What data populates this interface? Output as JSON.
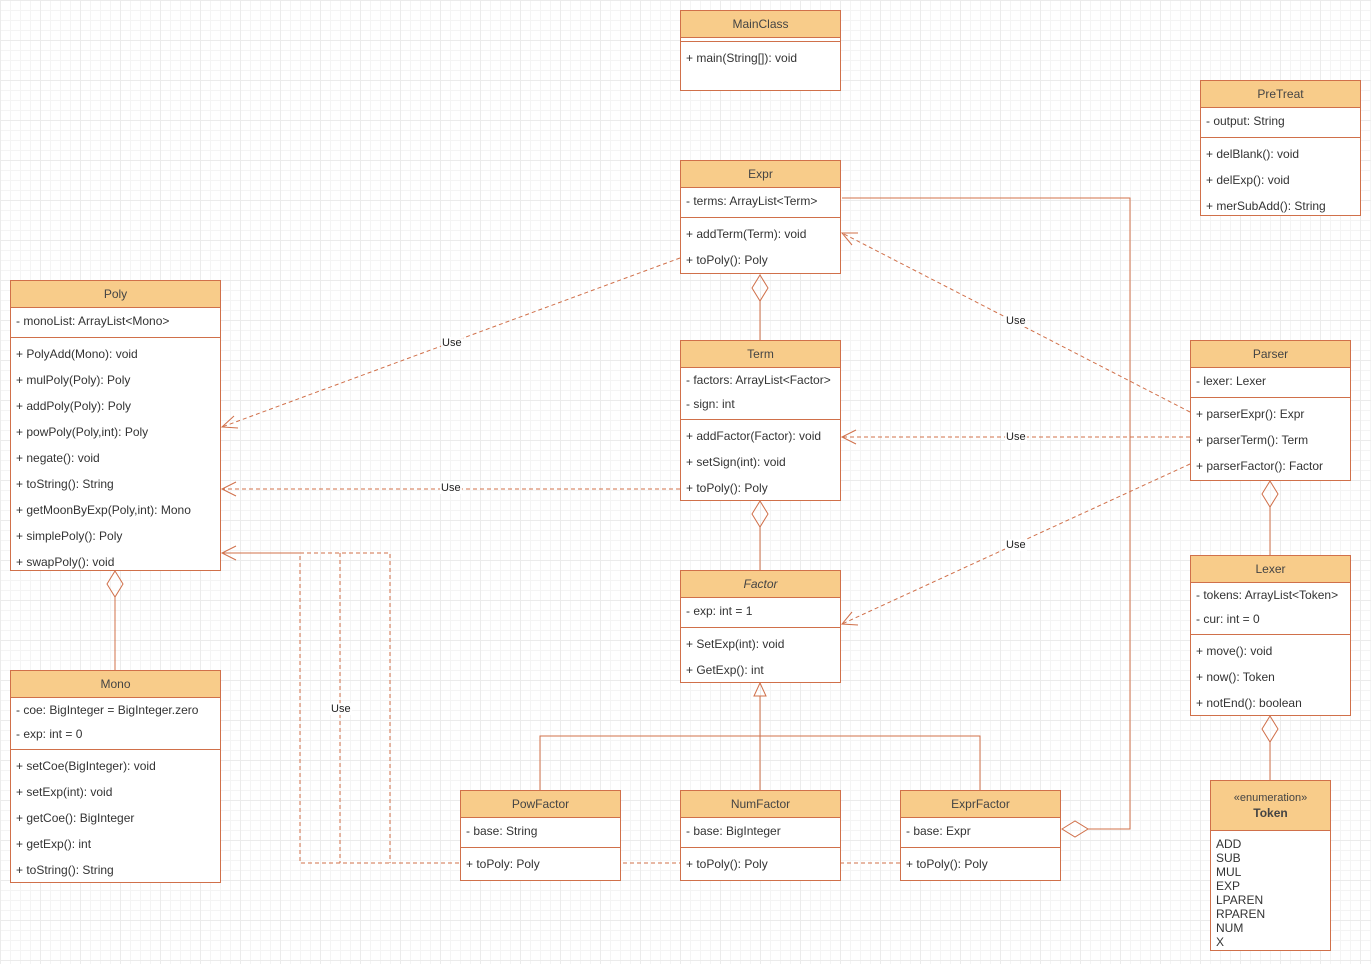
{
  "classes": {
    "mainclass": {
      "name": "MainClass",
      "attributes": [],
      "methods": [
        "+ main(String[]): void"
      ]
    },
    "pretreat": {
      "name": "PreTreat",
      "attributes": [
        "- output: String"
      ],
      "methods": [
        "+ delBlank(): void",
        "+ delExp(): void",
        "+ merSubAdd(): String"
      ]
    },
    "expr": {
      "name": "Expr",
      "attributes": [
        "- terms: ArrayList<Term>"
      ],
      "methods": [
        "+ addTerm(Term): void",
        "+ toPoly(): Poly"
      ]
    },
    "poly": {
      "name": "Poly",
      "attributes": [
        "- monoList: ArrayList<Mono>"
      ],
      "methods": [
        "+ PolyAdd(Mono): void",
        "+ mulPoly(Poly): Poly",
        "+ addPoly(Poly): Poly",
        "+ powPoly(Poly,int): Poly",
        "+ negate(): void",
        "+ toString(): String",
        "+ getMoonByExp(Poly,int): Mono",
        "+ simplePoly(): Poly",
        "+ swapPoly(): void"
      ]
    },
    "term": {
      "name": "Term",
      "attributes": [
        "- factors: ArrayList<Factor>",
        "- sign: int"
      ],
      "methods": [
        "+ addFactor(Factor): void",
        "+ setSign(int): void",
        "+ toPoly(): Poly"
      ]
    },
    "parser": {
      "name": "Parser",
      "attributes": [
        "- lexer: Lexer"
      ],
      "methods": [
        "+ parserExpr(): Expr",
        "+ parserTerm(): Term",
        "+ parserFactor(): Factor"
      ]
    },
    "factor": {
      "name": "Factor",
      "attributes": [
        "- exp: int = 1"
      ],
      "methods": [
        "+ SetExp(int): void",
        "+ GetExp(): int"
      ]
    },
    "lexer": {
      "name": "Lexer",
      "attributes": [
        "- tokens: ArrayList<Token>",
        "- cur: int = 0"
      ],
      "methods": [
        "+ move(): void",
        "+ now(): Token",
        "+ notEnd(): boolean"
      ]
    },
    "mono": {
      "name": "Mono",
      "attributes": [
        "- coe: BigInteger = BigInteger.zero",
        "- exp: int = 0"
      ],
      "methods": [
        "+ setCoe(BigInteger): void",
        "+ setExp(int): void",
        "+ getCoe(): BigInteger",
        "+ getExp(): int",
        "+ toString(): String"
      ]
    },
    "powfactor": {
      "name": "PowFactor",
      "attributes": [
        "- base: String"
      ],
      "methods": [
        "+ toPoly: Poly"
      ]
    },
    "numfactor": {
      "name": "NumFactor",
      "attributes": [
        "- base: BigInteger"
      ],
      "methods": [
        "+ toPoly(): Poly"
      ]
    },
    "exprfactor": {
      "name": "ExprFactor",
      "attributes": [
        "- base: Expr"
      ],
      "methods": [
        "+ toPoly(): Poly"
      ]
    },
    "token": {
      "stereotype": "«enumeration»",
      "name": "Token",
      "literals": [
        "ADD",
        "SUB",
        "MUL",
        "EXP",
        "LPAREN",
        "RPAREN",
        "NUM",
        "X"
      ]
    }
  },
  "edge_labels": {
    "use": "Use"
  },
  "colors": {
    "line": "#d0704a",
    "header": "#f8cc8a"
  }
}
